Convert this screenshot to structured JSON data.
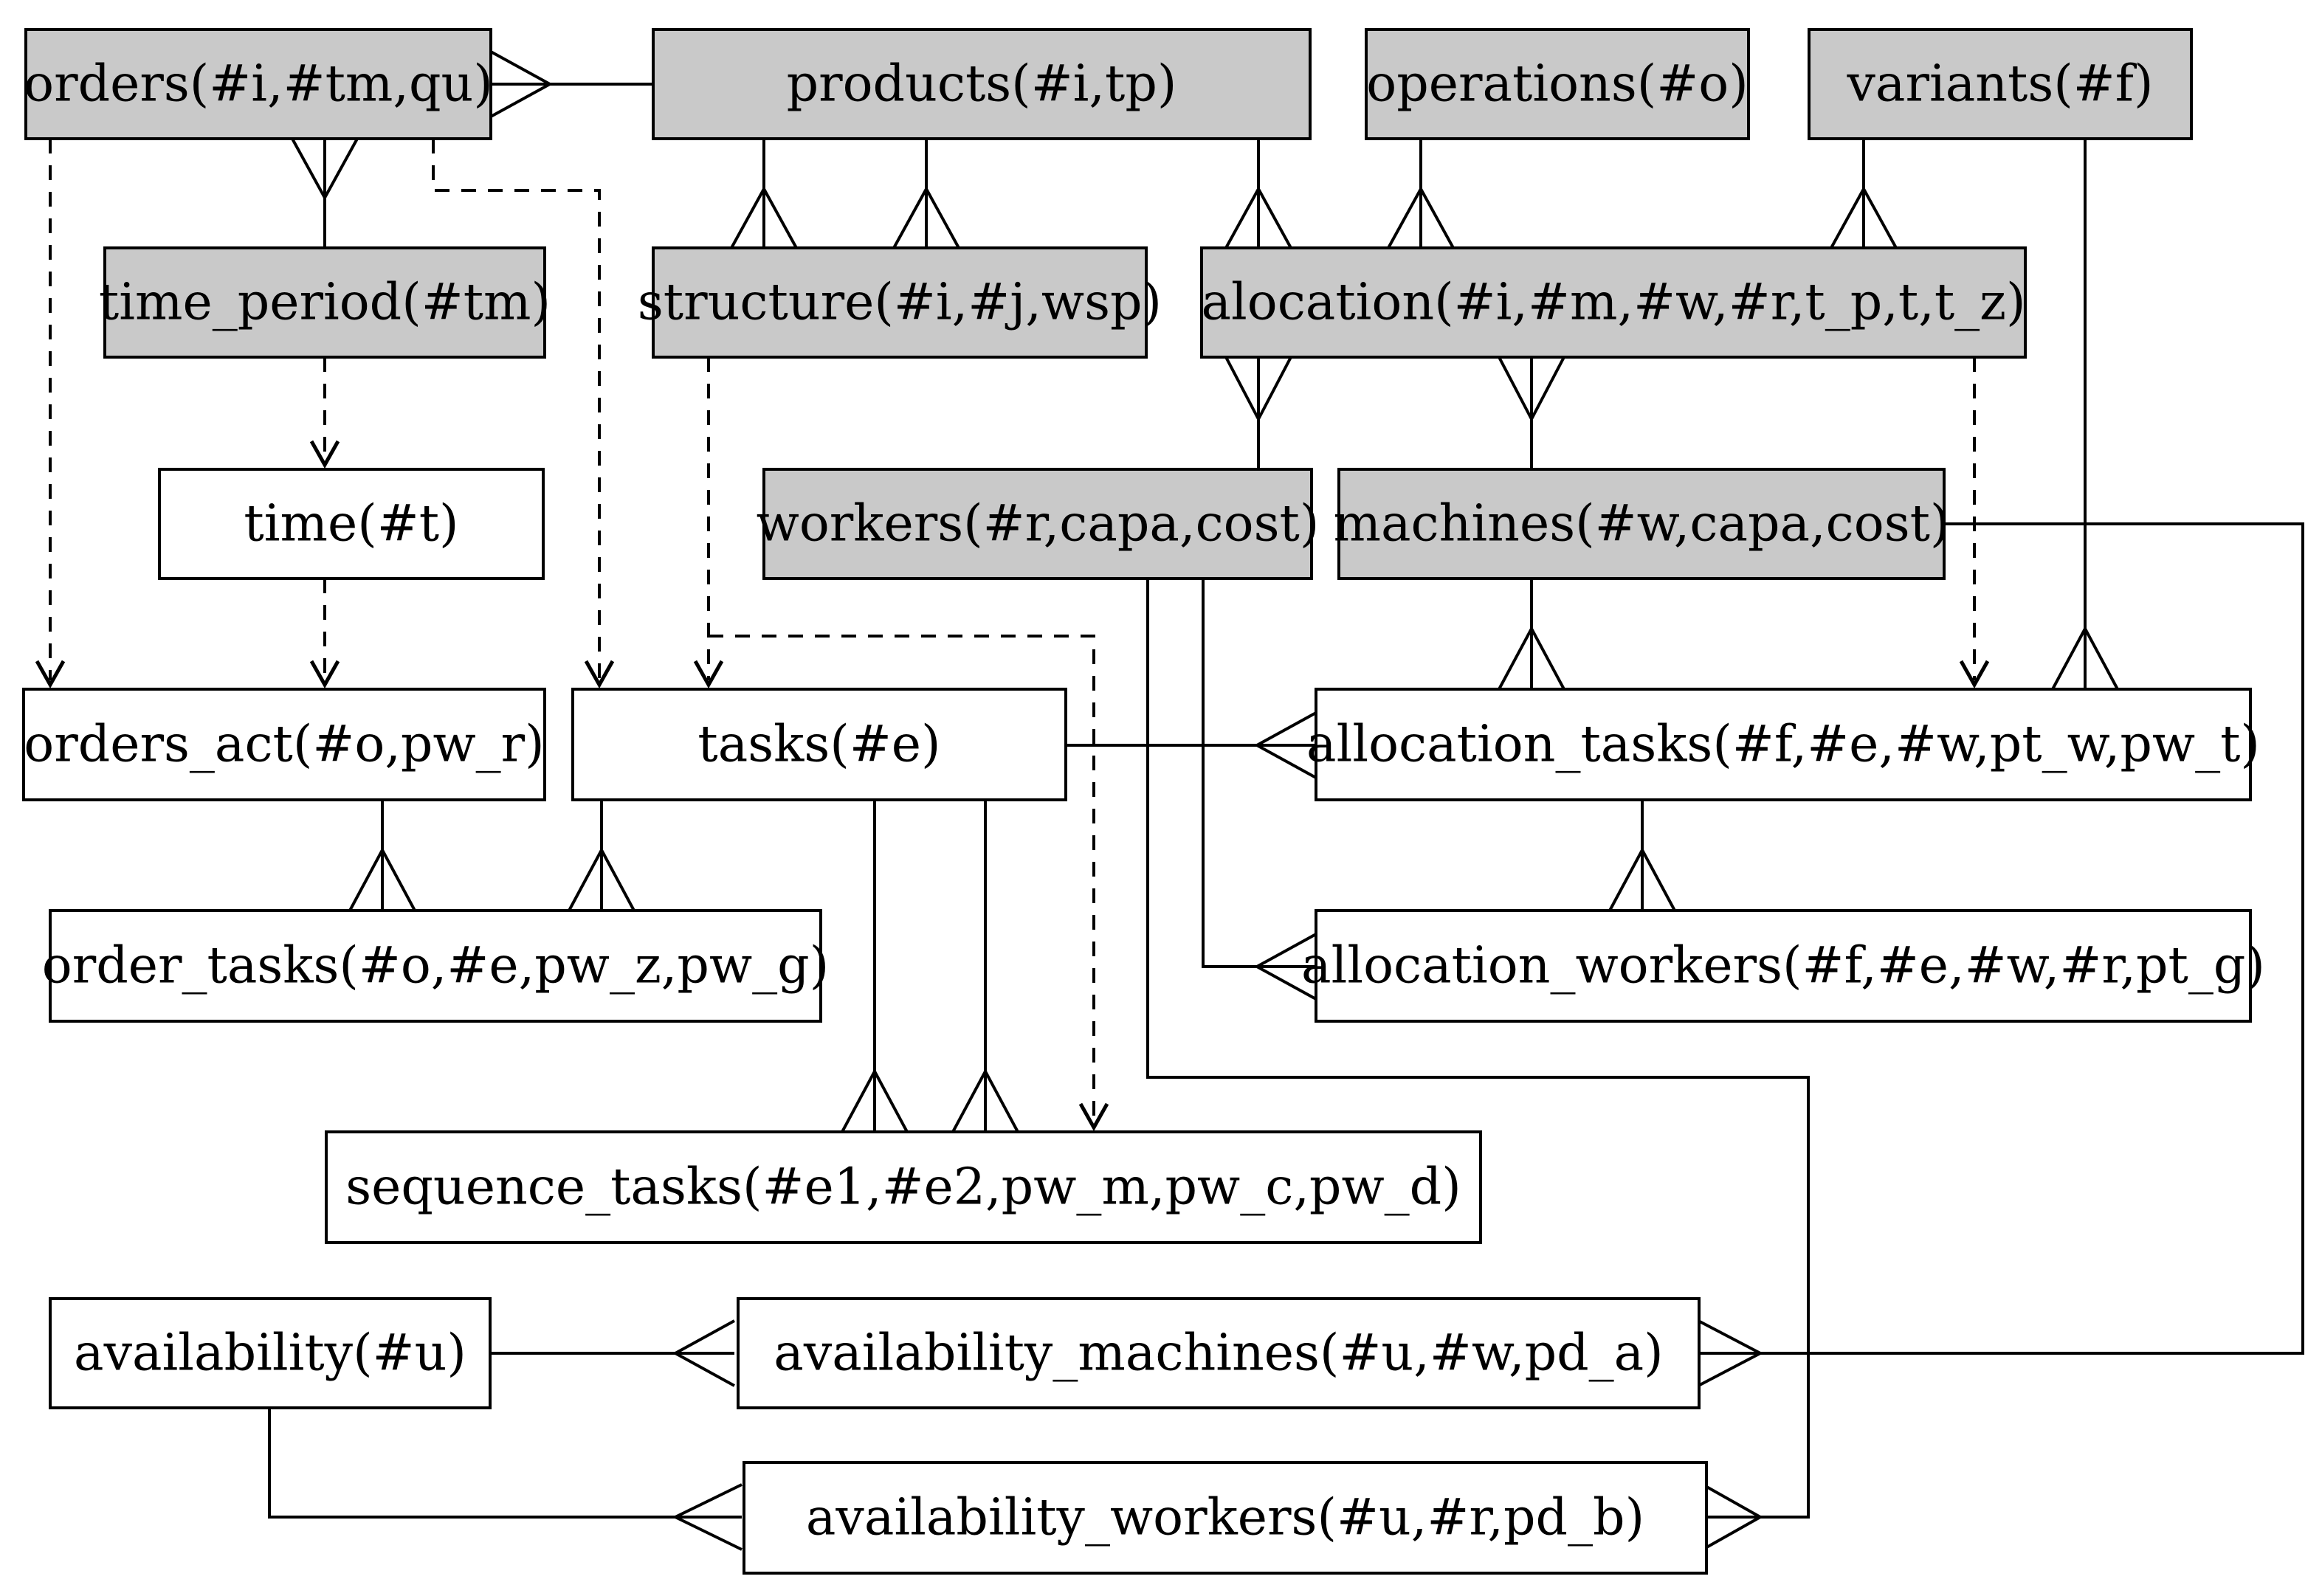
{
  "entities": [
    {
      "id": "orders",
      "label": "orders(#i,#tm,qu)",
      "kind": "input"
    },
    {
      "id": "products",
      "label": "products(#i,tp)",
      "kind": "input"
    },
    {
      "id": "operations",
      "label": "operations(#o)",
      "kind": "input"
    },
    {
      "id": "variants",
      "label": "variants(#f)",
      "kind": "input"
    },
    {
      "id": "time_period",
      "label": "time_period(#tm)",
      "kind": "input"
    },
    {
      "id": "structure",
      "label": "structure(#i,#j,wsp)",
      "kind": "input"
    },
    {
      "id": "alocation",
      "label": "alocation(#i,#m,#w,#r,t_p,t,t_z)",
      "kind": "input"
    },
    {
      "id": "time",
      "label": "time(#t)",
      "kind": "plain"
    },
    {
      "id": "workers",
      "label": "workers(#r,capa,cost)",
      "kind": "input"
    },
    {
      "id": "machines",
      "label": "machines(#w,capa,cost)",
      "kind": "input"
    },
    {
      "id": "orders_act",
      "label": "orders_act(#o,pw_r)",
      "kind": "plain"
    },
    {
      "id": "tasks",
      "label": "tasks(#e)",
      "kind": "plain"
    },
    {
      "id": "allocation_tasks",
      "label": "allocation_tasks(#f,#e,#w,pt_w,pw_t)",
      "kind": "plain"
    },
    {
      "id": "order_tasks",
      "label": "order_tasks(#o,#e,pw_z,pw_g)",
      "kind": "plain"
    },
    {
      "id": "allocation_workers",
      "label": "allocation_workers(#f,#e,#w,#r,pt_g)",
      "kind": "plain"
    },
    {
      "id": "sequence_tasks",
      "label": "sequence_tasks(#e1,#e2,pw_m,pw_c,pw_d)",
      "kind": "plain"
    },
    {
      "id": "availability",
      "label": "availability(#u)",
      "kind": "plain"
    },
    {
      "id": "availability_machines",
      "label": "availability_machines(#u,#w,pd_a)",
      "kind": "plain"
    },
    {
      "id": "availability_workers",
      "label": "availability_workers(#u,#r,pd_b)",
      "kind": "plain"
    }
  ],
  "relationships": [
    {
      "from": "products",
      "to": "orders",
      "type": "one-to-many"
    },
    {
      "from": "time_period",
      "to": "orders",
      "type": "one-to-many"
    },
    {
      "from": "products",
      "to": "structure",
      "type": "one-to-many"
    },
    {
      "from": "products",
      "to": "alocation",
      "type": "one-to-many"
    },
    {
      "from": "operations",
      "to": "alocation",
      "type": "one-to-many"
    },
    {
      "from": "variants",
      "to": "alocation",
      "type": "one-to-many"
    },
    {
      "from": "workers",
      "to": "alocation",
      "type": "one-to-many"
    },
    {
      "from": "machines",
      "to": "alocation",
      "type": "one-to-many"
    },
    {
      "from": "machines",
      "to": "allocation_tasks",
      "type": "one-to-many"
    },
    {
      "from": "variants",
      "to": "allocation_tasks",
      "type": "one-to-many"
    },
    {
      "from": "tasks",
      "to": "allocation_tasks",
      "type": "one-to-many"
    },
    {
      "from": "allocation_tasks",
      "to": "allocation_workers",
      "type": "one-to-many"
    },
    {
      "from": "workers",
      "to": "allocation_workers",
      "type": "one-to-many"
    },
    {
      "from": "orders_act",
      "to": "order_tasks",
      "type": "one-to-many"
    },
    {
      "from": "tasks",
      "to": "order_tasks",
      "type": "one-to-many"
    },
    {
      "from": "tasks",
      "to": "sequence_tasks",
      "type": "one-to-many"
    },
    {
      "from": "tasks",
      "to": "sequence_tasks",
      "type": "one-to-many"
    },
    {
      "from": "availability",
      "to": "availability_machines",
      "type": "one-to-many"
    },
    {
      "from": "machines",
      "to": "availability_machines",
      "type": "one-to-many"
    },
    {
      "from": "availability",
      "to": "availability_workers",
      "type": "one-to-many"
    },
    {
      "from": "workers",
      "to": "availability_workers",
      "type": "one-to-many"
    },
    {
      "from": "time_period",
      "to": "time",
      "type": "derivation"
    },
    {
      "from": "time",
      "to": "orders_act",
      "type": "derivation"
    },
    {
      "from": "orders",
      "to": "orders_act",
      "type": "derivation"
    },
    {
      "from": "orders",
      "to": "tasks",
      "type": "derivation"
    },
    {
      "from": "structure",
      "to": "tasks",
      "type": "derivation"
    },
    {
      "from": "structure",
      "to": "sequence_tasks",
      "type": "derivation"
    },
    {
      "from": "alocation",
      "to": "allocation_tasks",
      "type": "derivation"
    }
  ]
}
